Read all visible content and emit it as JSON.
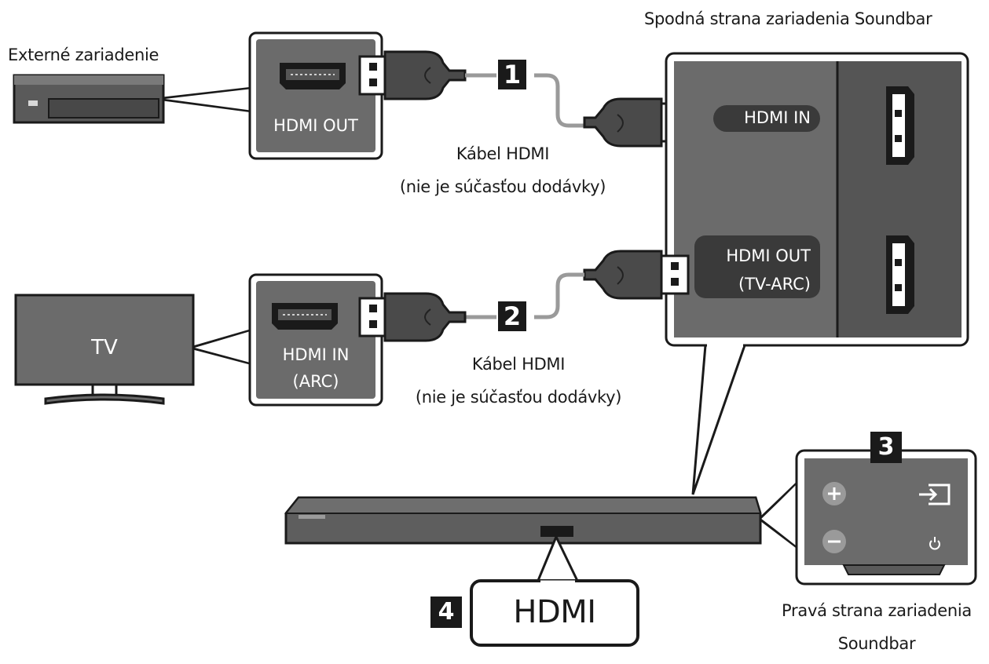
{
  "labels": {
    "external_device": "Externé zariadenie",
    "bottom_side": "Spodná strana zariadenia Soundbar",
    "hdmi_out_external": "HDMI OUT",
    "cable1_line1": "Kábel HDMI",
    "cable1_line2": "(nie je súčasťou dodávky)",
    "cable2_line1": "Kábel HDMI",
    "cable2_line2": "(nie je súčasťou dodávky)",
    "port_hdmi_in": "HDMI IN",
    "port_hdmi_out_line1": "HDMI OUT",
    "port_hdmi_out_line2": "(TV-ARC)",
    "tv": "TV",
    "tv_port_line1": "HDMI IN",
    "tv_port_line2": "(ARC)",
    "hdmi_big": "HDMI",
    "right_side_line1": "Pravá strana zariadenia",
    "right_side_line2": "Soundbar"
  },
  "steps": [
    "1",
    "2",
    "3",
    "4"
  ],
  "icons": {
    "plus": "plus-icon",
    "minus": "minus-icon",
    "source": "source-input-icon",
    "power": "power-icon"
  },
  "colors": {
    "panel_gray": "#6b6b6b",
    "panel_gray_dark": "#555555",
    "outline": "#1a1a1a",
    "cable": "#9a9a9a",
    "background": "#ffffff"
  }
}
